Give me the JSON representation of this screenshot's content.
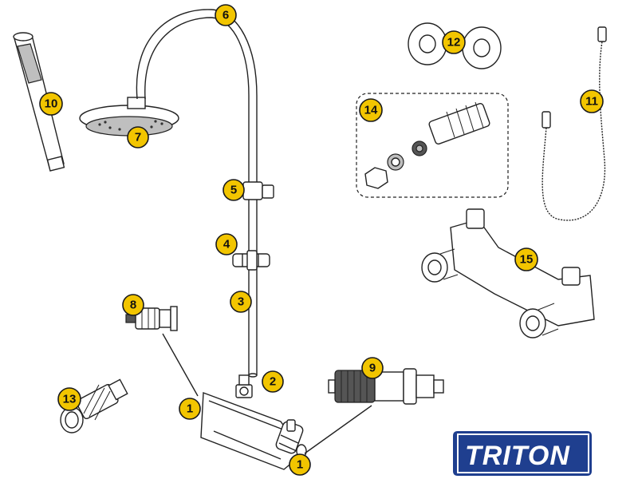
{
  "brand": {
    "logo_text": "TRITON",
    "logo_color": "#1f3f8f"
  },
  "badge_color": "#f2c500",
  "callouts": [
    {
      "part": "outlet-elbow",
      "number": "1"
    },
    {
      "part": "outlet-elbow-right",
      "number": "1"
    },
    {
      "part": "diverter-valve",
      "number": "2"
    },
    {
      "part": "riser-rail",
      "number": "3"
    },
    {
      "part": "handset-holder",
      "number": "4"
    },
    {
      "part": "rail-bracket",
      "number": "5"
    },
    {
      "part": "arched-riser-arm",
      "number": "6"
    },
    {
      "part": "fixed-shower-head",
      "number": "7"
    },
    {
      "part": "flow-cartridge",
      "number": "8"
    },
    {
      "part": "thermostatic-cartridge",
      "number": "9"
    },
    {
      "part": "shower-handset",
      "number": "10"
    },
    {
      "part": "shower-hose",
      "number": "11"
    },
    {
      "part": "cover-plates",
      "number": "12"
    },
    {
      "part": "strainer-kit",
      "number": "14"
    },
    {
      "part": "wall-inlet",
      "number": "13"
    },
    {
      "part": "mounting-bar",
      "number": "15"
    }
  ]
}
